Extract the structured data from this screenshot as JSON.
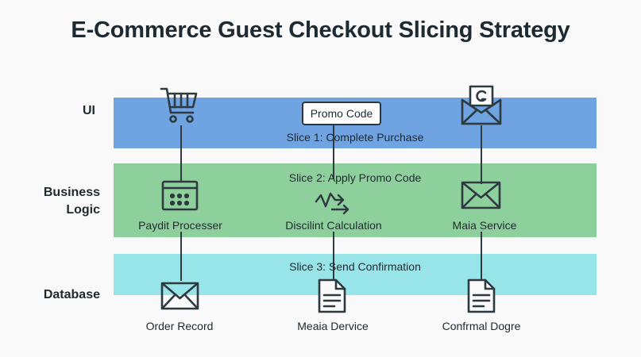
{
  "title": "E-Commerce Guest Checkout Slicing Strategy",
  "rows": {
    "ui": "UI",
    "business": "Business Logic",
    "database": "Database"
  },
  "slices": {
    "s1": "Slice 1: Complete Purchase",
    "s2": "Slice 2: Apply Promo Code",
    "s3": "Slice 3: Send Confirmation"
  },
  "ui_elements": {
    "promo_box": "Promo Code"
  },
  "captions": {
    "payment": "Paydit Processer",
    "discount": "Discilint Calculation",
    "mail": "Maia Service",
    "order": "Order Record",
    "media": "Meaia Dervice",
    "confirm": "Confrmal Dogre"
  },
  "icons": {
    "cart": "shopping-cart-icon",
    "email_open": "email-open-icon",
    "card_reader": "payment-terminal-icon",
    "calc": "calculation-arrows-icon",
    "mail": "envelope-icon",
    "order_mail": "envelope-icon",
    "media_doc": "document-icon",
    "confirm_doc": "document-icon"
  },
  "colors": {
    "ui_band": "#6fa3e1",
    "business_band": "#8ed09c",
    "database_band": "#97e5e8",
    "ink": "#2e3a40"
  }
}
